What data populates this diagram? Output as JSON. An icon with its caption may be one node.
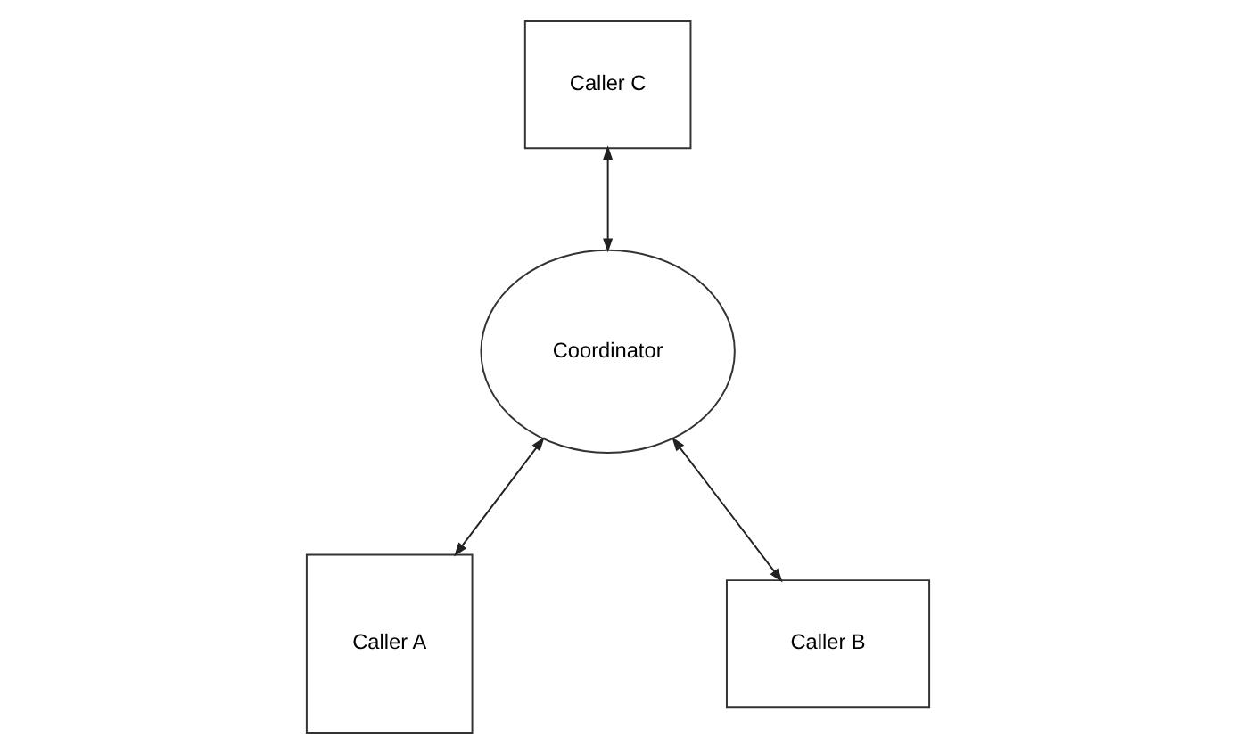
{
  "diagram": {
    "nodes": [
      {
        "text": [
          "Caller C"
        ]
      },
      {
        "text": [
          "Coordinator"
        ]
      },
      {
        "text": [
          "Caller A"
        ]
      },
      {
        "text": [
          "Caller B"
        ]
      }
    ],
    "edges": [
      {
        "from": 0,
        "to": 1,
        "arrow": "both"
      },
      {
        "from": 1,
        "to": 2,
        "arrow": "both"
      },
      {
        "from": 1,
        "to": 3,
        "arrow": "both"
      }
    ]
  }
}
